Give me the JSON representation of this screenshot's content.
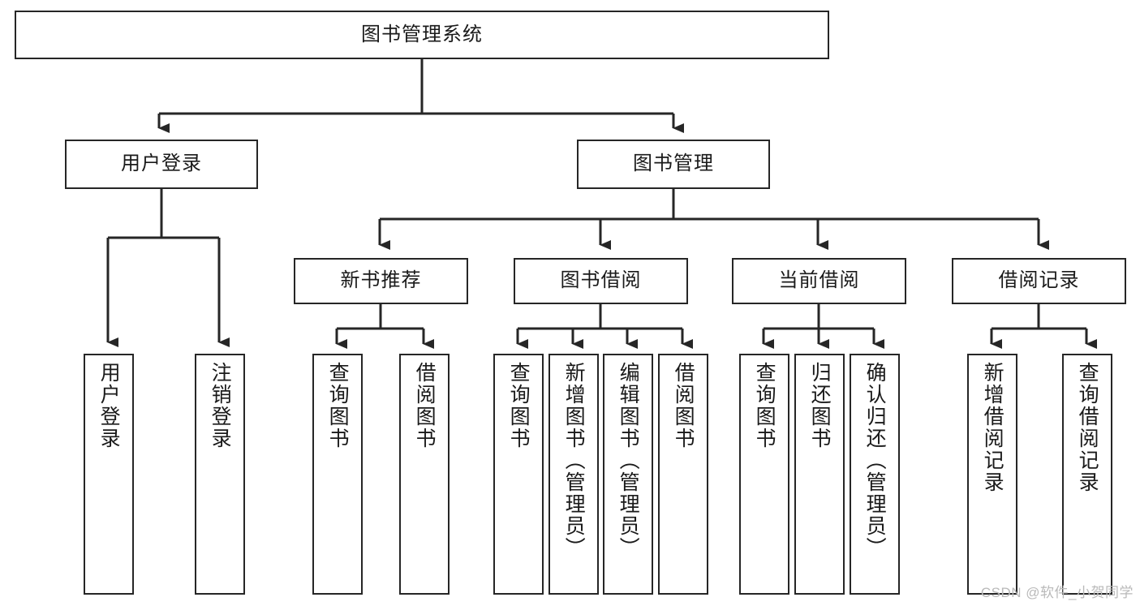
{
  "diagram": {
    "title": "图书管理系统",
    "type": "tree-hierarchy-chart",
    "root": {
      "id": "root",
      "label": "图书管理系统"
    },
    "level2": [
      {
        "id": "user-login",
        "label": "用户登录"
      },
      {
        "id": "book-manage",
        "label": "图书管理"
      }
    ],
    "level3": [
      {
        "id": "new-book-rec",
        "label": "新书推荐"
      },
      {
        "id": "book-borrow",
        "label": "图书借阅"
      },
      {
        "id": "current-borrow",
        "label": "当前借阅"
      },
      {
        "id": "borrow-record",
        "label": "借阅记录"
      }
    ],
    "leaves": {
      "user_login": [
        {
          "id": "leaf-user-login",
          "label": "用户登录"
        },
        {
          "id": "leaf-logout",
          "label": "注销登录"
        }
      ],
      "new_book_rec": [
        {
          "id": "leaf-query-book-1",
          "label": "查询图书"
        },
        {
          "id": "leaf-borrow-book-1",
          "label": "借阅图书"
        }
      ],
      "book_borrow": [
        {
          "id": "leaf-query-book-2",
          "label": "查询图书"
        },
        {
          "id": "leaf-add-book",
          "label": "新增图书（管理员）"
        },
        {
          "id": "leaf-edit-book",
          "label": "编辑图书（管理员）"
        },
        {
          "id": "leaf-borrow-book-2",
          "label": "借阅图书"
        }
      ],
      "current_borrow": [
        {
          "id": "leaf-query-book-3",
          "label": "查询图书"
        },
        {
          "id": "leaf-return-book",
          "label": "归还图书"
        },
        {
          "id": "leaf-confirm-return",
          "label": "确认归还（管理员）"
        }
      ],
      "borrow_record": [
        {
          "id": "leaf-add-record",
          "label": "新增借阅记录"
        },
        {
          "id": "leaf-query-record",
          "label": "查询借阅记录"
        }
      ]
    }
  },
  "watermark": {
    "text": "CSDN @软件_小贺同学"
  },
  "colors": {
    "background": "#ffffff",
    "box_border": "#262626",
    "box_fill": "#ffffff",
    "connector": "#262626",
    "text": "#1a1a1a",
    "watermark": "#b9b9b9"
  }
}
